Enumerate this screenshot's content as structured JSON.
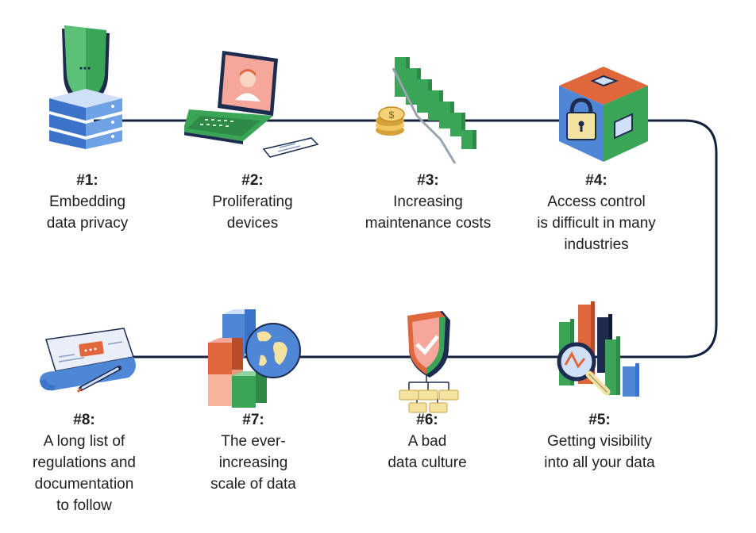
{
  "steps": [
    {
      "number": "#1:",
      "lines": [
        "Embedding",
        "data privacy"
      ]
    },
    {
      "number": "#2:",
      "lines": [
        "Proliferating",
        "devices"
      ]
    },
    {
      "number": "#3:",
      "lines": [
        "Increasing",
        "maintenance costs"
      ]
    },
    {
      "number": "#4:",
      "lines": [
        "Access control",
        "is difficult in many",
        "industries"
      ]
    },
    {
      "number": "#5:",
      "lines": [
        "Getting visibility",
        "into all your data"
      ]
    },
    {
      "number": "#6:",
      "lines": [
        "A bad",
        "data culture"
      ]
    },
    {
      "number": "#7:",
      "lines": [
        "The ever-",
        "increasing",
        "scale of data"
      ]
    },
    {
      "number": "#8:",
      "lines": [
        "A long list of",
        "regulations and",
        "documentation",
        "to follow"
      ]
    }
  ],
  "icons": [
    "shield-server-icon",
    "laptop-icon",
    "declining-bars-coins-icon",
    "padlock-cube-icon",
    "magnifier-bars-icon",
    "shield-check-hierarchy-icon",
    "blocks-globe-icon",
    "document-scroll-icon"
  ],
  "colors": {
    "line": "#14213d",
    "blue": "#4f86d6",
    "green": "#3aa556",
    "red": "#e0673c",
    "yellow": "#f4e3a0",
    "dark": "#1d2b4f",
    "peach": "#f7b49a"
  }
}
